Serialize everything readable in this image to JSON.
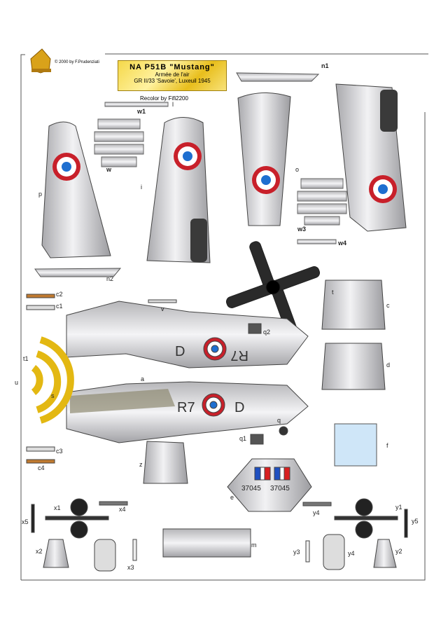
{
  "header": {
    "copyright": "© 2000 by F.Prudenziati",
    "title": "NA P51B \"Mustang\"",
    "subtitle1": "Armée de l'air",
    "subtitle2": "GR II/33 'Savoie', Luxeuil 1945",
    "recolor": "Recolor by Fifi2200"
  },
  "markings": {
    "code_left": "R7",
    "code_right": "D",
    "serial": "37045"
  },
  "parts": {
    "l": "l",
    "w1": "w1",
    "w": "w",
    "p": "p",
    "i": "i",
    "n1": "n1",
    "o": "o",
    "w3": "w3",
    "w4": "w4",
    "n2": "n2",
    "t": "t",
    "c2": "c2",
    "c1": "c1",
    "v": "v",
    "q2": "q2",
    "c": "c",
    "d": "d",
    "t1": "t1",
    "u": "u",
    "s": "s",
    "a": "a",
    "q": "q",
    "q1": "q1",
    "f": "f",
    "c3": "c3",
    "c4": "c4",
    "z": "z",
    "e": "e",
    "x1": "x1",
    "x4": "x4",
    "y4a": "y4",
    "y1": "y1",
    "x5": "x5",
    "y5": "y5",
    "m": "m",
    "x2": "x2",
    "y3": "y3",
    "y4b": "y4",
    "y2": "y2",
    "x3": "x3"
  },
  "colors": {
    "roundel_red": "#c8202a",
    "roundel_blue": "#1e6fd0",
    "gold": "#e3b812",
    "metal": "#c9c9cc"
  }
}
